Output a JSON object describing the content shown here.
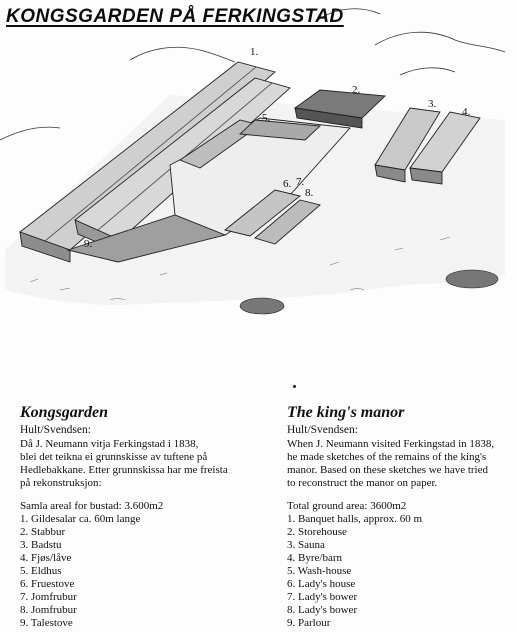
{
  "heading": "KONGSGARDEN PÅ FERKINGSTAD",
  "markers": [
    "1.",
    "2.",
    "3.",
    "4.",
    "5.",
    "6.",
    "7.",
    "8.",
    "9."
  ],
  "norwegian": {
    "title": "Kongsgarden",
    "author": "Hult/Svendsen:",
    "lines": [
      "Då J. Neumann vitja Ferkingstad i 1838,",
      "blei det teikna ei grunnskisse av tuftene på",
      "Hedlebakkane. Etter grunnskissa har me freista",
      "på rekonstruksjon:"
    ],
    "area": "Samla areal for bustad: 3.600m2",
    "items": [
      "1. Gildesalar  ca. 60m lange",
      "2. Stabbur",
      "3. Badstu",
      "4. Fjøs/låve",
      "5. Eldhus",
      "6. Fruestove",
      "7. Jomfrubur",
      "8. Jomfrubur",
      "9. Talestove"
    ]
  },
  "english": {
    "title": "The king's manor",
    "author": "Hult/Svendsen:",
    "lines": [
      "When J. Neumann visited Ferkingstad in 1838,",
      "he made sketches of the remains of the king's",
      "manor. Based on these sketches we have tried",
      "to reconstruct the manor on paper."
    ],
    "area": "Total ground area: 3600m2",
    "items": [
      "1. Banquet halls, approx. 60 m",
      "2. Storehouse",
      "3. Sauna",
      "4. Byre/barn",
      "5. Wash-house",
      "6. Lady's house",
      "7. Lady's bower",
      "8. Lady's bower",
      "9. Parlour"
    ]
  }
}
